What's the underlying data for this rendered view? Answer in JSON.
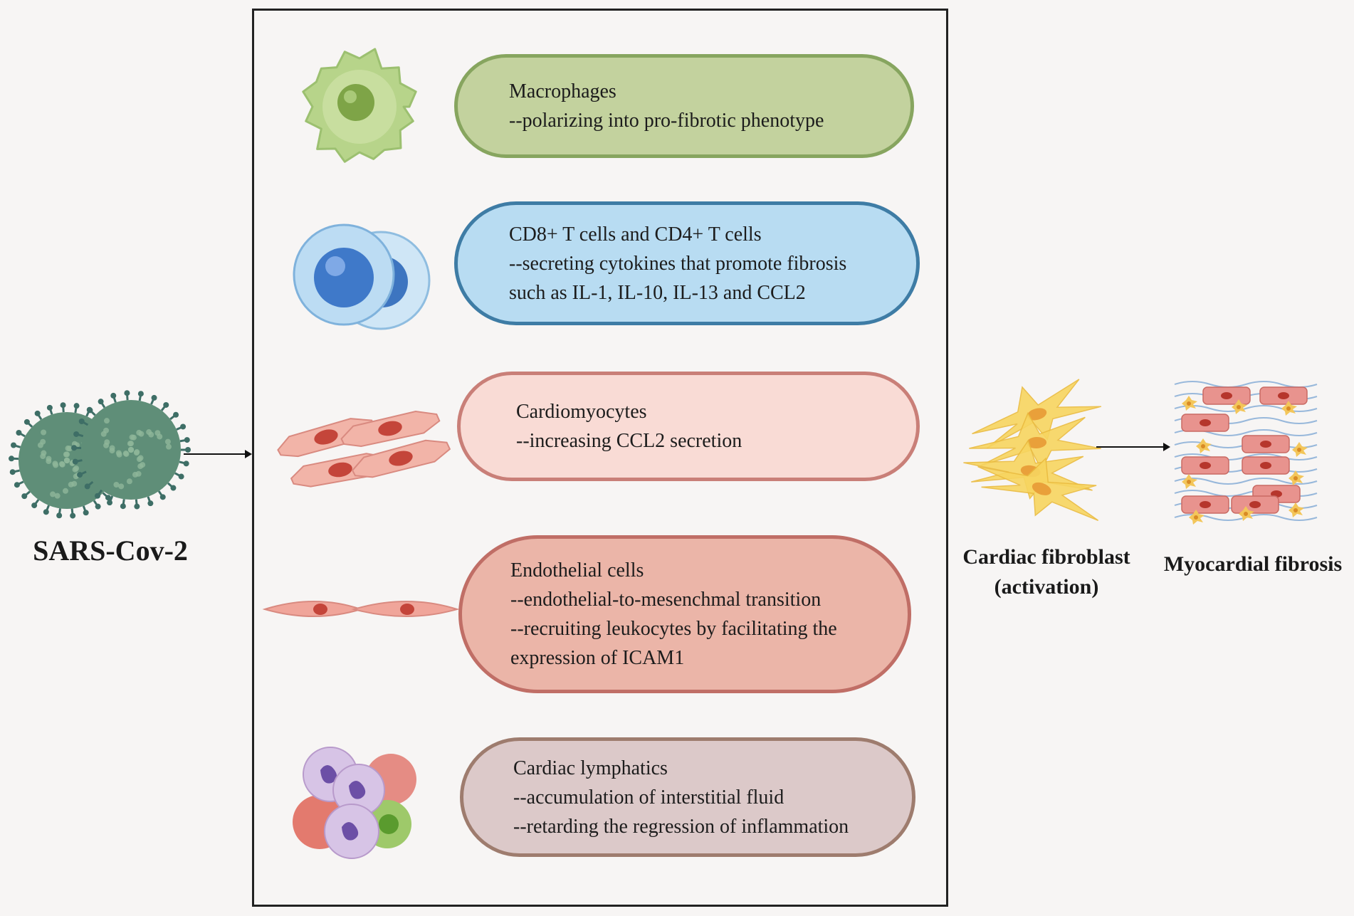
{
  "virus": {
    "label": "SARS-Cov-2",
    "colors": {
      "body": "#5f8e78",
      "spike": "#3e6e66",
      "dots": "#8fb69a"
    }
  },
  "boxes": [
    {
      "lines": [
        "Macrophages",
        "--polarizing into pro-fibrotic phenotype"
      ],
      "fill": "#c3d29e",
      "border": "#87a55f",
      "icon": "macrophage-icon"
    },
    {
      "lines": [
        "CD8+ T cells and CD4+ T cells",
        "--secreting cytokines that promote fibrosis",
        "such as IL-1, IL-10, IL-13 and CCL2"
      ],
      "fill": "#b8dcf2",
      "border": "#3e7ca5",
      "icon": "t-cells-icon"
    },
    {
      "lines": [
        "Cardiomyocytes",
        "--increasing CCL2 secretion"
      ],
      "fill": "#f9dbd5",
      "border": "#c97f78",
      "icon": "cardiomyocytes-icon"
    },
    {
      "lines": [
        "Endothelial cells",
        "--endothelial-to-mesenchmal transition",
        "--recruiting leukocytes by facilitating the",
        "expression of ICAM1"
      ],
      "fill": "#ebb5a8",
      "border": "#c06e66",
      "icon": "endothelial-cells-icon"
    },
    {
      "lines": [
        "Cardiac lymphatics",
        "--accumulation of interstitial fluid",
        "--retarding the regression of inflammation"
      ],
      "fill": "#dcc9c9",
      "border": "#9e7c6e",
      "icon": "lymphatics-icon"
    }
  ],
  "fibroblast": {
    "label_line1": "Cardiac fibroblast",
    "label_line2": "(activation)",
    "colors": {
      "body": "#f7d560",
      "nucleus": "#e9a03a"
    }
  },
  "fibrosis": {
    "label": "Myocardial fibrosis",
    "colors": {
      "cell": "#e8938e",
      "fiber": "#7fa9d4",
      "fibroblast": "#f3c65a"
    }
  }
}
